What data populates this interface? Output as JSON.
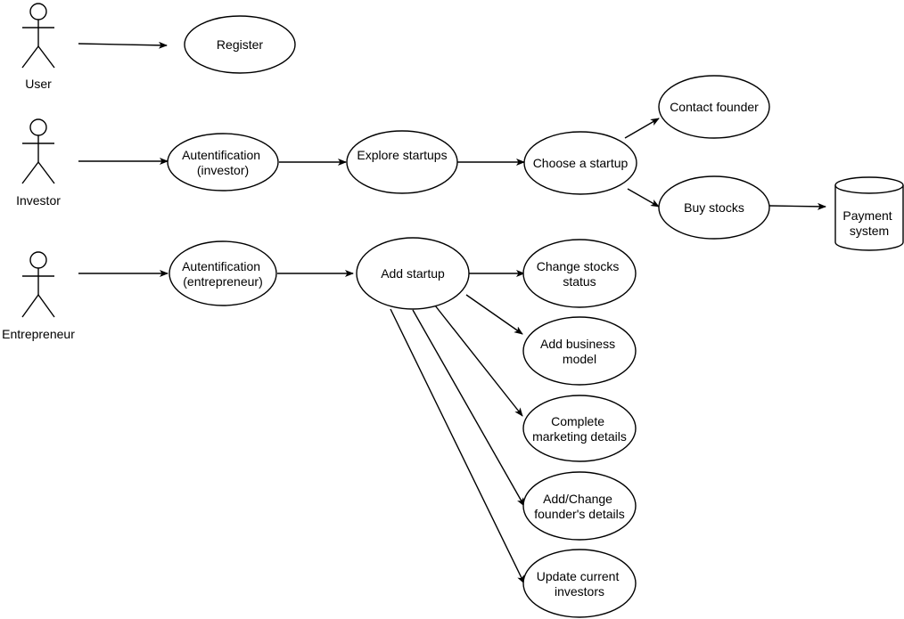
{
  "actors": {
    "user": "User",
    "investor": "Investor",
    "entrepreneur": "Entrepreneur"
  },
  "use_cases": {
    "register": [
      "Register"
    ],
    "auth_investor": [
      "Autentification",
      "(investor)"
    ],
    "explore_startups": [
      "Explore startups"
    ],
    "choose_startup": [
      "Choose a startup"
    ],
    "contact_founder": [
      "Contact founder"
    ],
    "buy_stocks": [
      "Buy stocks"
    ],
    "auth_entrepreneur": [
      "Autentification",
      "(entrepreneur)"
    ],
    "add_startup": [
      "Add startup"
    ],
    "change_stocks_status": [
      "Change stocks",
      "status"
    ],
    "add_business_model": [
      "Add business",
      "model"
    ],
    "complete_marketing": [
      "Complete",
      "marketing details"
    ],
    "founder_details": [
      "Add/Change",
      "founder's details"
    ],
    "update_investors": [
      "Update current",
      "investors"
    ]
  },
  "external_systems": {
    "payment_system": [
      "Payment",
      "system"
    ]
  }
}
